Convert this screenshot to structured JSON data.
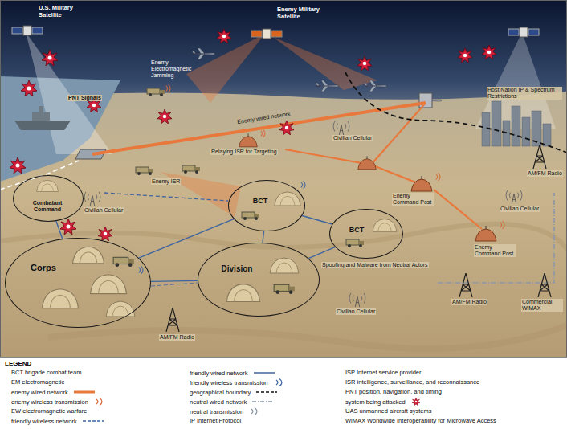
{
  "diagram": {
    "nodes": [
      {
        "text": [
          "Combatant Command"
        ]
      },
      {
        "text": [
          "Corps"
        ]
      },
      {
        "text": [
          "Division"
        ]
      },
      {
        "text": [
          "BCT"
        ]
      },
      {
        "text": [
          "BCT"
        ]
      }
    ],
    "edges": [
      {
        "from": 0,
        "to": 1,
        "arrow": "none"
      },
      {
        "from": 1,
        "to": 2,
        "arrow": "none"
      },
      {
        "from": 1,
        "to": 3,
        "arrow": "none"
      },
      {
        "from": 2,
        "to": 3,
        "arrow": "none"
      },
      {
        "from": 2,
        "to": 4,
        "arrow": "none"
      },
      {
        "from": 3,
        "to": 4,
        "arrow": "none"
      }
    ],
    "labels": [
      "U.S. Military Satellite",
      "Enemy Military Satellite",
      "PNT Signals",
      "Enemy Electromagnetic Jamming",
      "Enemy wired network",
      "Civilian Cellular",
      "Relaying ISR for Targeting",
      "Enemy ISR",
      "Civilian Cellular",
      "Enemy Command Post",
      "Enemy Command Post",
      "Host Nation IP & Spectrum Restrictions",
      "AM/FM Radio",
      "Civilian Cellular",
      "Spoofing and Malware from Neutral Actors",
      "Commercial WiMAX",
      "AM/FM Radio",
      "Civilian Cellular",
      "AM/FM Radio",
      "LEGEND"
    ],
    "legend": [
      {
        "text": "BCT brigade combat team"
      },
      {
        "text": "EM electromagnetic"
      },
      {
        "text": "enemy wired network"
      },
      {
        "text": "enemy wireless transmission"
      },
      {
        "text": "EW electromagnetic warfare"
      },
      {
        "text": "friendly wireless network"
      },
      {
        "text": "friendly wired network"
      },
      {
        "text": "friendly wireless transmission"
      },
      {
        "text": "geographical boundary"
      },
      {
        "text": "neutral wired network"
      },
      {
        "text": "neutral transmission"
      },
      {
        "text": "IP Internet Protocol"
      },
      {
        "text": "ISP Internet service provider"
      },
      {
        "text": "ISR intelligence, surveillance, and reconnaissance"
      },
      {
        "text": "PNT position, navigation, and timing"
      },
      {
        "text": "system being attacked"
      },
      {
        "text": "UAS unmanned aircraft systems"
      },
      {
        "text": "WiMAX Worldwide Interoperability for Microwave Access"
      }
    ]
  }
}
